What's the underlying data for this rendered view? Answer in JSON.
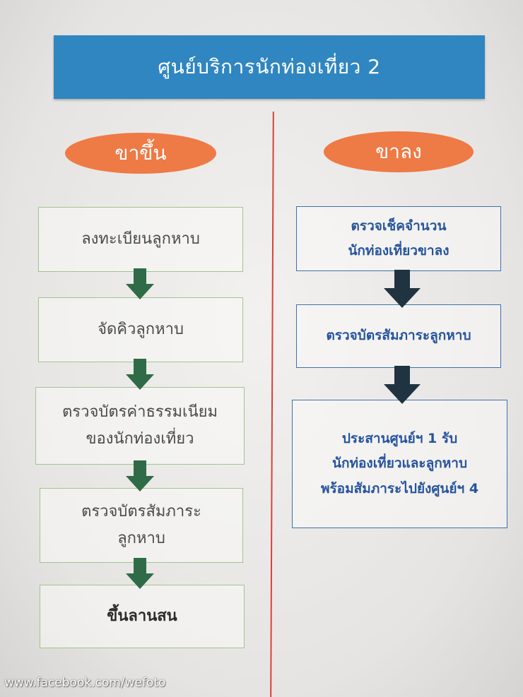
{
  "header": {
    "title": "ศูนย์บริการนักท่องเที่ยว 2"
  },
  "columns": {
    "up_label": "ขาขึ้น",
    "down_label": "ขาลง"
  },
  "up_steps": [
    {
      "lines": [
        "ลงทะเบียนลูกหาบ"
      ]
    },
    {
      "lines": [
        "จัดคิวลูกหาบ"
      ]
    },
    {
      "lines": [
        "ตรวจบัตรค่าธรรมเนียม",
        "ของนักท่องเที่ยว"
      ]
    },
    {
      "lines": [
        "ตรวจบัตรสัมภาระ",
        "ลูกหาบ"
      ]
    },
    {
      "lines": [
        "ขึ้นลานสน"
      ]
    }
  ],
  "down_steps": [
    {
      "lines": [
        "ตรวจเช็คจำนวน",
        "นักท่องเที่ยวขาลง"
      ]
    },
    {
      "lines": [
        "ตรวจบัตรสัมภาระลูกหาบ"
      ]
    },
    {
      "lines": [
        "ประสานศูนย์ฯ 1 รับ",
        "นักท่องเที่ยวและลูกหาบ",
        "พร้อมสัมภาระไปยังศูนย์ฯ 4"
      ]
    }
  ],
  "colors": {
    "header_bg": "#2f86c0",
    "pill_bg": "#ee7a45",
    "divider": "#d9413a",
    "green_arrow": "#2f6b47",
    "dark_arrow": "#1f3440",
    "blue_text": "#27549c"
  },
  "watermark": "www.facebook.com/wefoto"
}
